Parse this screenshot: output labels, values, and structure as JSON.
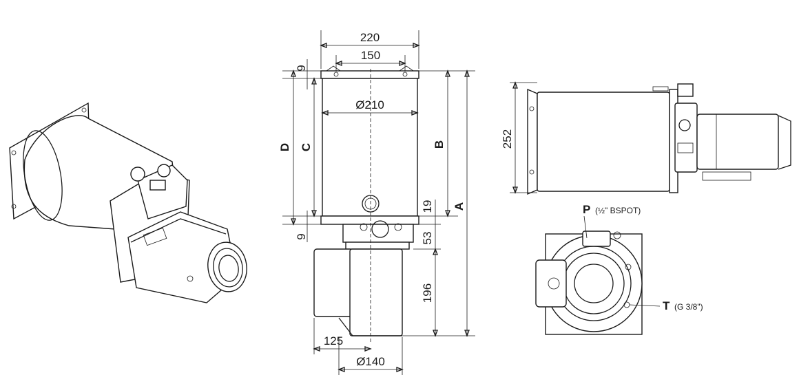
{
  "dimensions": {
    "width_top": "220",
    "width_bracket": "150",
    "dia_tank": "Ø210",
    "dia_motor": "Ø140",
    "offset_motor": "125",
    "gap_top": "9",
    "gap_bottom": "9",
    "h_19": "19",
    "h_53": "53",
    "h_196": "196",
    "h_252": "252",
    "label_a": "A",
    "label_b": "B",
    "label_c": "C",
    "label_d": "D"
  },
  "ports": {
    "p_letter": "P",
    "p_note": "(½\" BSPOT)",
    "t_letter": "T",
    "t_note": "(G 3/8\")"
  }
}
